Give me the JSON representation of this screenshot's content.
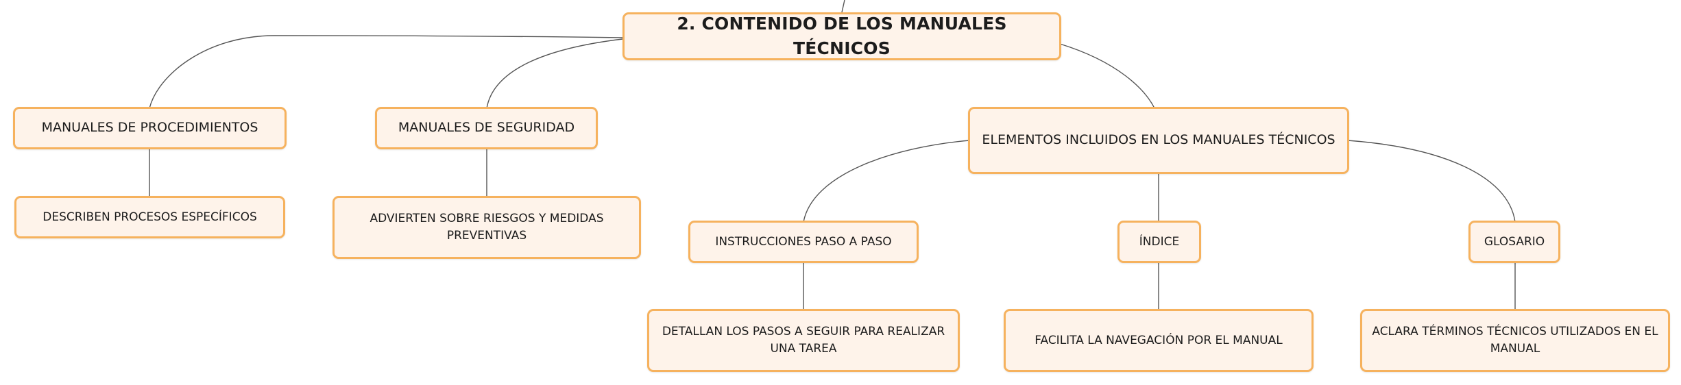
{
  "root": "2. CONTENIDO DE LOS MANUALES TÉCNICOS",
  "branches": {
    "procedimientos": {
      "label": "MANUALES DE PROCEDIMIENTOS",
      "detail": "DESCRIBEN PROCESOS ESPECÍFICOS"
    },
    "seguridad": {
      "label": "MANUALES DE SEGURIDAD",
      "detail": "ADVIERTEN SOBRE RIESGOS Y MEDIDAS PREVENTIVAS"
    },
    "elementos": {
      "label": "ELEMENTOS INCLUIDOS EN LOS MANUALES TÉCNICOS",
      "children": {
        "instrucciones": {
          "label": "INSTRUCCIONES PASO A PASO",
          "detail": "DETALLAN LOS PASOS A SEGUIR PARA REALIZAR UNA TAREA"
        },
        "indice": {
          "label": "ÍNDICE",
          "detail": "FACILITA LA NAVEGACIÓN POR EL MANUAL"
        },
        "glosario": {
          "label": "GLOSARIO",
          "detail": "ACLARA TÉRMINOS TÉCNICOS UTILIZADOS EN EL MANUAL"
        }
      }
    }
  },
  "colors": {
    "node_fill": "#fef3ea",
    "node_border": "#f6b25e",
    "connector": "#555555"
  }
}
